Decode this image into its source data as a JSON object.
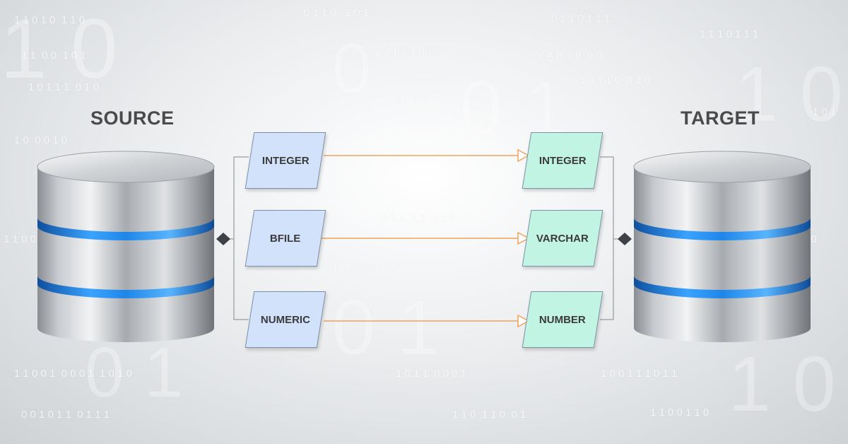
{
  "source": {
    "title": "SOURCE"
  },
  "target": {
    "title": "TARGET"
  },
  "mappings": [
    {
      "source_type": "INTEGER",
      "target_type": "INTEGER"
    },
    {
      "source_type": "BFILE",
      "target_type": "VARCHAR"
    },
    {
      "source_type": "NUMERIC",
      "target_type": "NUMBER"
    }
  ],
  "colors": {
    "source_box": "#d3e2fb",
    "target_box": "#c2f4e4",
    "arrow": "#f2a35a",
    "db_band": "#1f86e8"
  },
  "icons": [
    "database-cylinder-icon",
    "diamond-connector-icon",
    "arrow-head-icon"
  ]
}
